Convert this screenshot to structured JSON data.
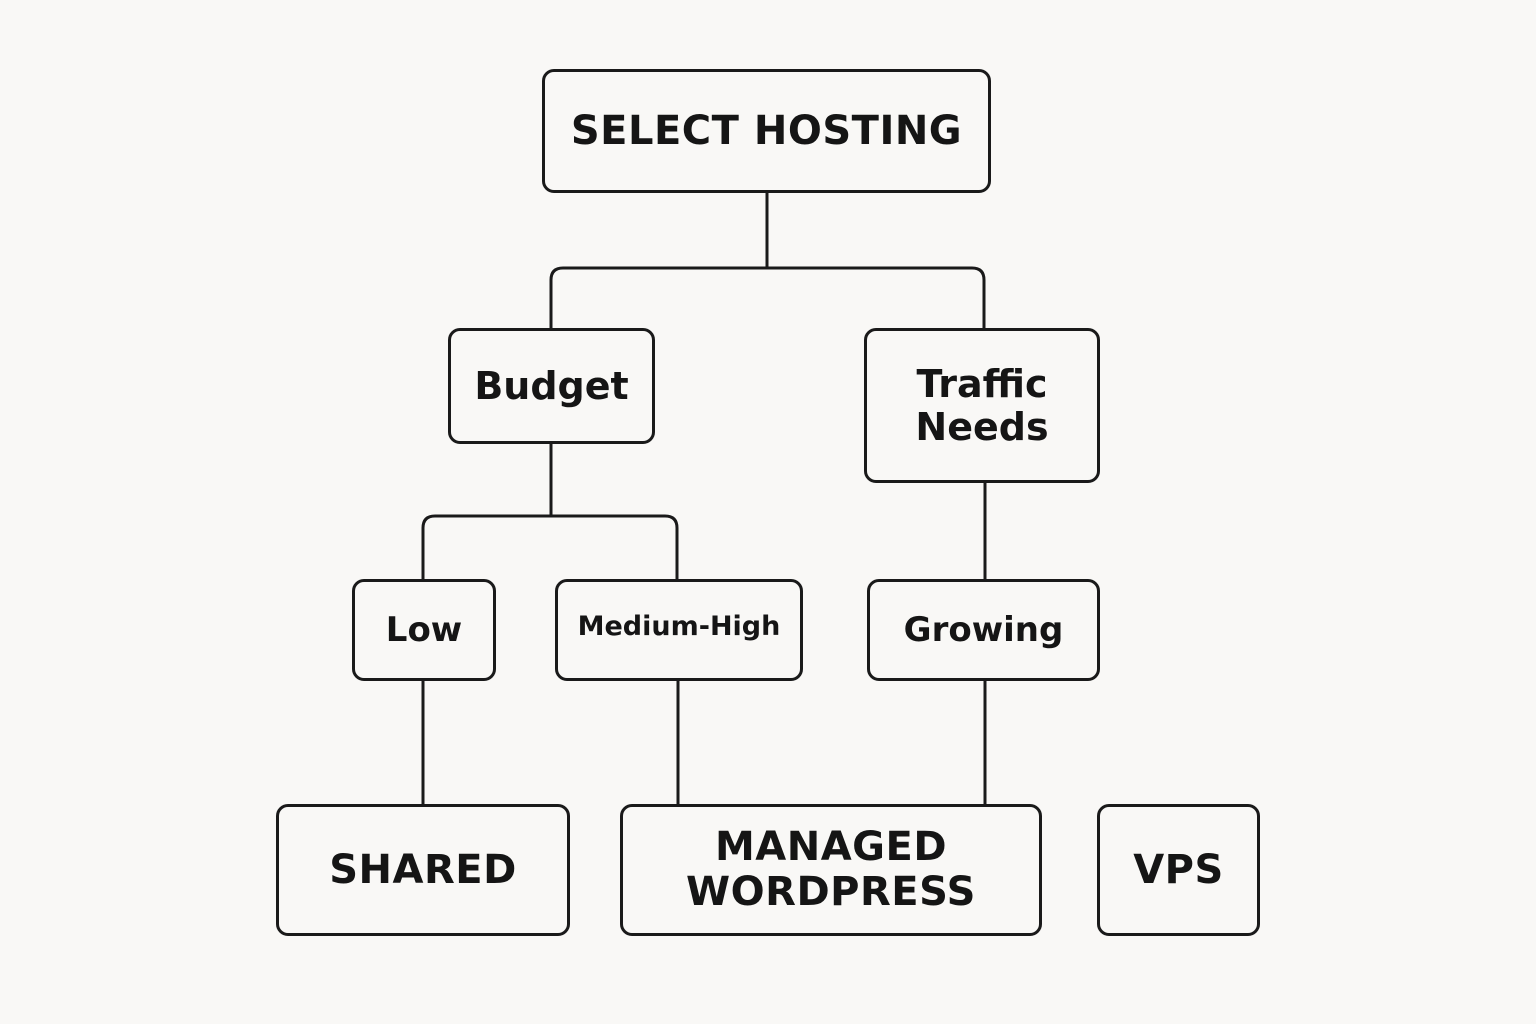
{
  "diagram": {
    "root": "SELECT HOSTING",
    "criteria": {
      "budget": "Budget",
      "traffic_line1": "Traffic",
      "traffic_line2": "Needs"
    },
    "options": {
      "low": "Low",
      "medium_high": "Medium-High",
      "growing": "Growing"
    },
    "outcomes": {
      "shared": "SHARED",
      "managed_line1": "MANAGED",
      "managed_line2": "WORDPRESS",
      "vps": "VPS"
    },
    "colors": {
      "background": "#f9f8f6",
      "stroke": "#1a1a1a"
    }
  }
}
